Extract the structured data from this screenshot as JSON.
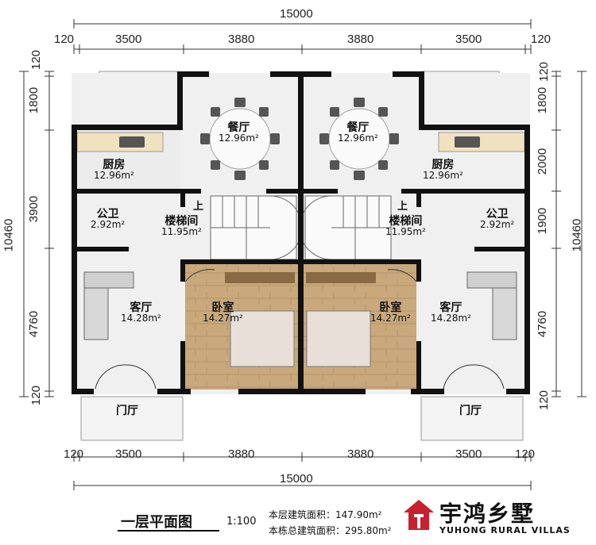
{
  "dimensions": {
    "top_total": "15000",
    "top_segments": [
      "120",
      "3500",
      "3880",
      "3880",
      "3500",
      "120"
    ],
    "bottom_total": "15000",
    "bottom_segments": [
      "120",
      "3500",
      "3880",
      "3880",
      "3500",
      "120"
    ],
    "left_segments": [
      "120",
      "1800",
      "3900",
      "4760",
      "120"
    ],
    "left_total": "10460",
    "right_segments": [
      "120",
      "1800",
      "2000",
      "1900",
      "4760",
      "120"
    ],
    "right_total": "10460"
  },
  "rooms": {
    "dining_left": {
      "name": "餐厅",
      "area": "12.96m²"
    },
    "dining_right": {
      "name": "餐厅",
      "area": "12.96m²"
    },
    "kitchen_left": {
      "name": "厨房",
      "area": "12.96m²"
    },
    "kitchen_right": {
      "name": "厨房",
      "area": "12.96m²"
    },
    "wc_left": {
      "name": "公卫",
      "area": "2.92m²"
    },
    "wc_right": {
      "name": "公卫",
      "area": "2.92m²"
    },
    "stair_left": {
      "name": "楼梯间",
      "area": "11.95m²",
      "up": "上"
    },
    "stair_right": {
      "name": "楼梯间",
      "area": "11.95m²",
      "up": "上"
    },
    "living_left": {
      "name": "客厅",
      "area": "14.28m²"
    },
    "living_right": {
      "name": "客厅",
      "area": "14.28m²"
    },
    "bed_left": {
      "name": "卧室",
      "area": "14.27m²"
    },
    "bed_right": {
      "name": "卧室",
      "area": "14.27m²"
    },
    "foyer_left": {
      "name": "门厅"
    },
    "foyer_right": {
      "name": "门厅"
    }
  },
  "footer": {
    "title": "一层平面图",
    "scale": "1:100",
    "floor_area": "本层建筑面积：147.90m²",
    "total_area": "本栋总建筑面积：295.80m²",
    "brand_cn": "宇鸿乡墅",
    "brand_en": "YUHONG RURAL VILLAS"
  },
  "colors": {
    "wall": "#111111",
    "wood": "#c9a87c",
    "brand_red": "#c8202c"
  }
}
